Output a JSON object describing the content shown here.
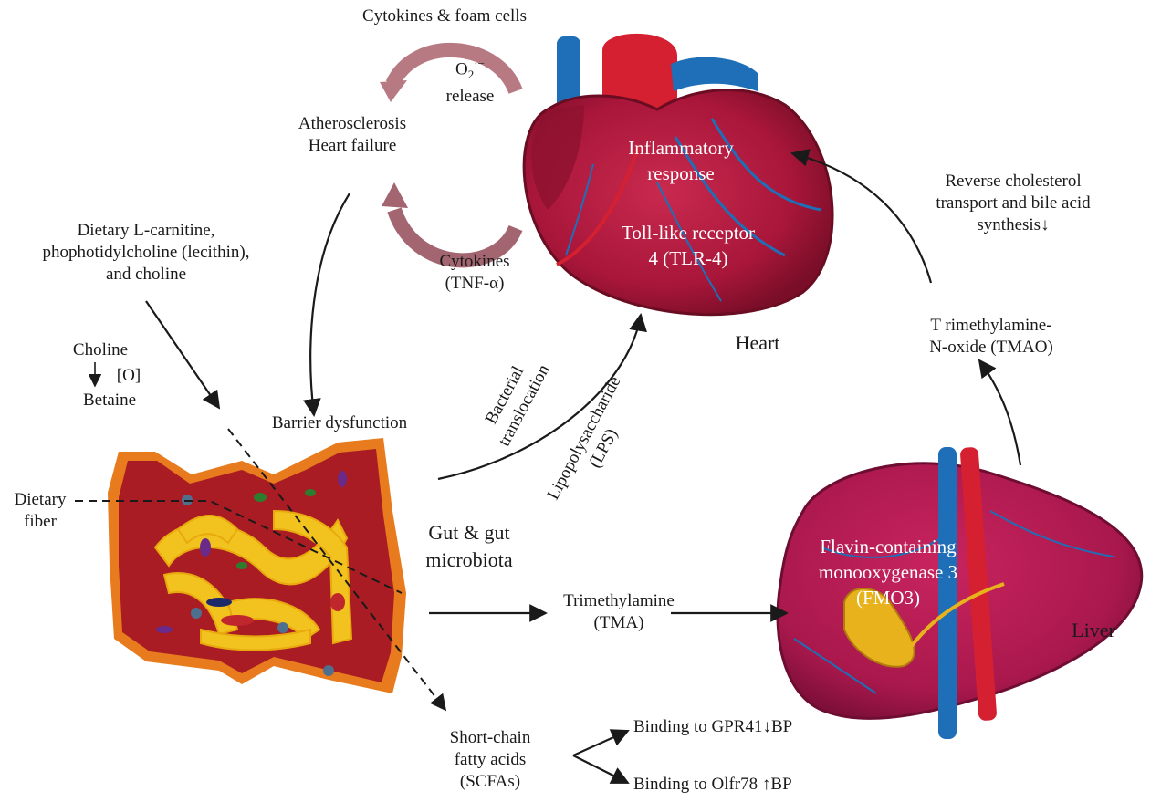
{
  "labels": {
    "cytokines_foam": "Cytokines & foam cells",
    "o2_main": "O",
    "o2_sub": "2",
    "o2_sup": "·−",
    "o2_release": "release",
    "atherosclerosis": "Atherosclerosis",
    "heart_failure": "Heart failure",
    "cytokines": "Cytokines",
    "tnf": "(TNF-α)",
    "inflammatory": "Inflammatory",
    "response": "response",
    "tlr_line1": "Toll-like receptor",
    "tlr_line2": "4 (TLR-4)",
    "heart": "Heart",
    "reverse_line1": "Reverse cholesterol",
    "reverse_line2": "transport and bile acid",
    "reverse_line3": "synthesis",
    "reverse_arrow": "↓",
    "tmao_line1": "T rimethylamine-",
    "tmao_line2": "N-oxide (TMAO)",
    "dietary_line1": "Dietary L-carnitine,",
    "dietary_line2": "phophotidylcholine (lecithin),",
    "dietary_line3": "and choline",
    "choline": "Choline",
    "oxidation": "[O]",
    "betaine": "Betaine",
    "barrier": "Barrier dysfunction",
    "bacterial": "Bacterial",
    "translocation": "translocation",
    "lps_line1": "Lipopolysaccharide",
    "lps_line2": "(LPS)",
    "dietary_fiber_line1": "Dietary",
    "dietary_fiber_line2": "fiber",
    "gut_line1": "Gut & gut",
    "gut_line2": "microbiota",
    "tma_line1": "Trimethylamine",
    "tma_line2": "(TMA)",
    "fmo3_line1": "Flavin-containing",
    "fmo3_line2": "monooxygenase 3",
    "fmo3_line3": "(FMO3)",
    "liver": "Liver",
    "scfa_line1": "Short-chain",
    "scfa_line2": "fatty acids",
    "scfa_line3": "(SCFAs)",
    "gpr41_text": "Binding to GPR41",
    "gpr41_arrow": "↓",
    "gpr41_bp": "BP",
    "olfr78_text": "Binding to Olfr78",
    "olfr78_arrow": "↑",
    "olfr78_bp": "BP"
  },
  "icons": [
    "heart-illustration",
    "liver-illustration",
    "gut-illustration",
    "cycle-arrows"
  ],
  "colors": {
    "heart_red": "#b3173c",
    "heart_dark": "#7d0f2a",
    "vessel_red": "#d42030",
    "vessel_blue": "#1e6fb8",
    "liver_magenta": "#b01a52",
    "gallbladder": "#e8b21c",
    "gut_red": "#a91c23",
    "gut_orange": "#e87b1e",
    "intestine_yellow": "#f2c21f",
    "cycle_arrow": "#b77a83"
  }
}
